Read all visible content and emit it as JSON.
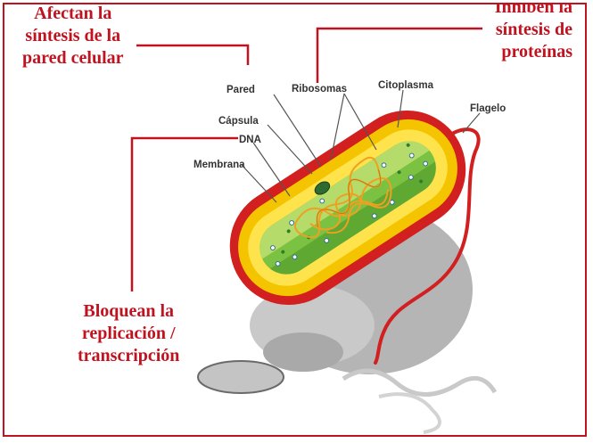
{
  "annotations": {
    "cell_wall": [
      "Afectan la",
      "síntesis de la",
      "pared celular"
    ],
    "protein": [
      "Inhiben la",
      "síntesis de",
      "proteínas"
    ],
    "replication": [
      "Bloquean la",
      "replicación /",
      "transcripción"
    ]
  },
  "parts": {
    "pared": "Pared",
    "ribosomas": "Ribosomas",
    "citoplasma": "Citoplasma",
    "flagelo": "Flagelo",
    "capsula": "Cápsula",
    "dna": "DNA",
    "membrana": "Membrana"
  },
  "colors": {
    "annotation_red": "#c1121f",
    "capsule_red": "#d21f1f",
    "wall_yellow": "#f5c400",
    "cytoplasm_green": "#7cc242",
    "dna_gold": "#f0a020",
    "shadow_gray": "#b5b5b5"
  }
}
